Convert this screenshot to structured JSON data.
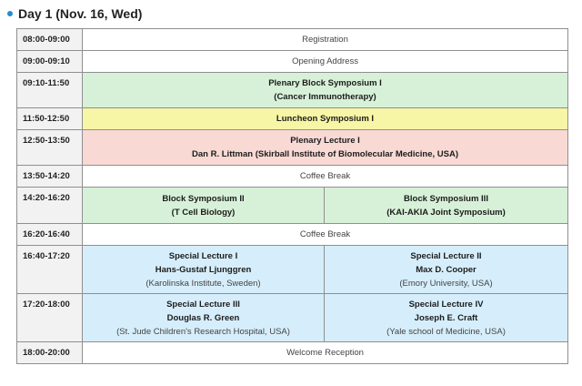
{
  "day": {
    "title": "Day 1 (Nov. 16, Wed)",
    "bullet_color": "#1f8fd1"
  },
  "rows": [
    {
      "time": "08:00-09:00",
      "event": "Registration"
    },
    {
      "time": "09:00-09:10",
      "event": "Opening Address"
    },
    {
      "time": "09:10-11:50",
      "event": "Plenary Block Symposium I",
      "sub": "(Cancer Immunotherapy)"
    },
    {
      "time": "11:50-12:50",
      "event": "Luncheon Symposium I"
    },
    {
      "time": "12:50-13:50",
      "event": "Plenary Lecture I",
      "sub": "Dan R. Littman (Skirball Institute of Biomolecular Medicine, USA)"
    },
    {
      "time": "13:50-14:20",
      "event": "Coffee Break"
    },
    {
      "time": "14:20-16:20",
      "left": {
        "event": "Block Symposium  II",
        "sub": "(T Cell Biology)"
      },
      "right": {
        "event": "Block Symposium  III",
        "sub": "(KAI-AKIA Joint Symposium)"
      }
    },
    {
      "time": "16:20-16:40",
      "event": "Coffee Break"
    },
    {
      "time": "16:40-17:20",
      "left": {
        "event": "Special Lecture I",
        "speaker": "Hans-Gustaf Ljunggren",
        "affiliation": "(Karolinska Institute, Sweden)"
      },
      "right": {
        "event": "Special Lecture  II",
        "speaker": "Max D. Cooper",
        "affiliation": "(Emory University, USA)"
      }
    },
    {
      "time": "17:20-18:00",
      "left": {
        "event": "Special Lecture III",
        "speaker": "Douglas R. Green",
        "affiliation": "(St. Jude Children's Research Hospital, USA)"
      },
      "right": {
        "event": "Special Lecture IV",
        "speaker": "Joseph E. Craft",
        "affiliation": "(Yale school of Medicine, USA)"
      }
    },
    {
      "time": "18:00-20:00",
      "event": "Welcome Reception"
    }
  ],
  "colors": {
    "green": "#d7f1d8",
    "yellow": "#f7f5a6",
    "pink": "#f8d9d4",
    "blue": "#d6eefb",
    "time_bg": "#f2f2f2"
  }
}
